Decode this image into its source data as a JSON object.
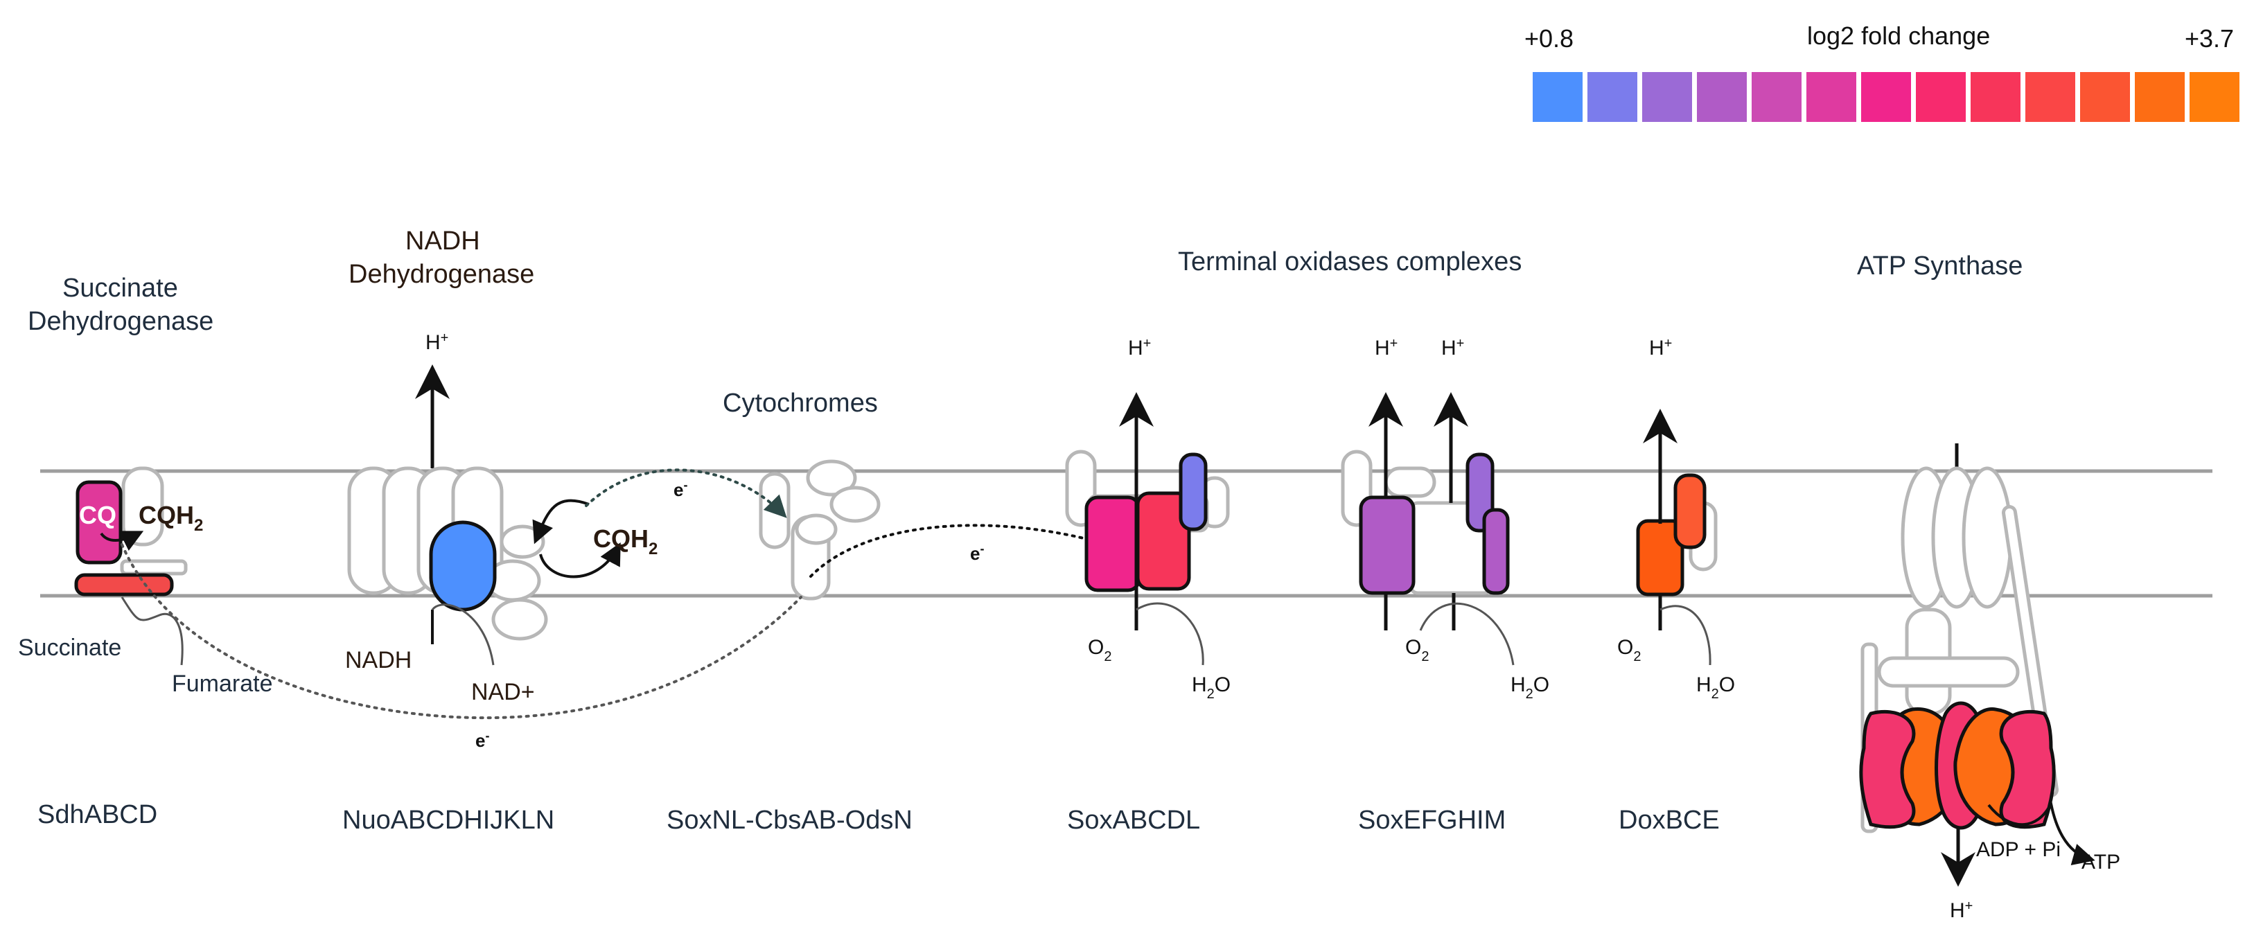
{
  "legend": {
    "title": "log2 fold change",
    "min_label": "+0.8",
    "max_label": "+3.7",
    "colors": [
      "#4d90fe",
      "#7b7cec",
      "#9b6ad6",
      "#b05bc6",
      "#cc4bb3",
      "#df3aa0",
      "#f0258c",
      "#f72a6e",
      "#f7355a",
      "#fa4646",
      "#fb5532",
      "#fd6d14",
      "#ff7d0b"
    ]
  },
  "complexes": {
    "sdh": {
      "title_line1": "Succinate",
      "title_line2": "Dehydrogenase",
      "name": "SdhABCD"
    },
    "nuo": {
      "title_line1": "NADH",
      "title_line2": "Dehydrogenase",
      "name": "NuoABCDHIJKLN"
    },
    "cyt": {
      "title": "Cytochromes",
      "name": "SoxNL-CbsAB-OdsN"
    },
    "terminal": {
      "title": "Terminal oxidases complexes"
    },
    "soxabcdl": {
      "name": "SoxABCDL"
    },
    "soxefghim": {
      "name": "SoxEFGHIM"
    },
    "doxbce": {
      "name": "DoxBCE"
    },
    "atp": {
      "title": "ATP Synthase"
    }
  },
  "labels": {
    "cq": "CQ",
    "cqh": "CQH",
    "sub2": "2",
    "succinate": "Succinate",
    "fumarate": "Fumarate",
    "nadh": "NADH",
    "nadplus": "NAD+",
    "electron": "e",
    "minus": "-",
    "hplus": "H",
    "plus": "+",
    "o": "O",
    "h": "H",
    "o_suffix": "",
    "h2o_o": "O",
    "adp": "ADP + Pi",
    "atp": "ATP"
  },
  "colors": {
    "membrane": "#9e9e9e",
    "outline": "#b7b7b7",
    "sdh_cq": "#e0389a",
    "sdh_base": "#f24a4a",
    "nuo_active": "#4d90fe",
    "soxa1": "#f0258c",
    "soxa2": "#f7355a",
    "soxa3": "#7b7cec",
    "soxe1": "#b05bc6",
    "soxe2": "#9b6ad6",
    "soxe3": "#b05bc6",
    "dox1": "#fd5a10",
    "dox2": "#fb5a32",
    "atp_pink": "#f2366e",
    "atp_orange": "#fd6d14"
  }
}
